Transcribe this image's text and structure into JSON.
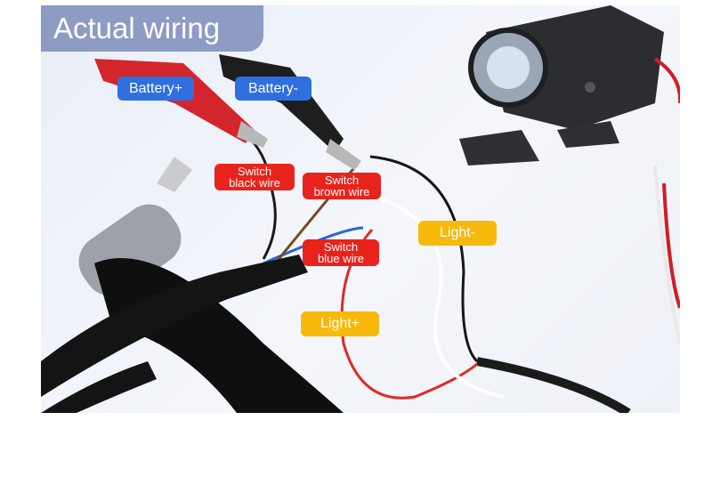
{
  "title": "Actual wiring",
  "labels": {
    "battery_plus": "Battery+",
    "battery_minus": "Battery-",
    "switch_black": {
      "line1": "Switch",
      "line2": "black wire"
    },
    "switch_brown": {
      "line1": "Switch",
      "line2": "brown wire"
    },
    "switch_blue": {
      "line1": "Switch",
      "line2": "blue wire"
    },
    "light_minus": "Light-",
    "light_plus": "Light+"
  },
  "colors": {
    "title_bg": "#8e9cc4",
    "battery_tag": "#2f6fe0",
    "switch_tag": "#e8231c",
    "light_tag": "#f6b90c"
  }
}
